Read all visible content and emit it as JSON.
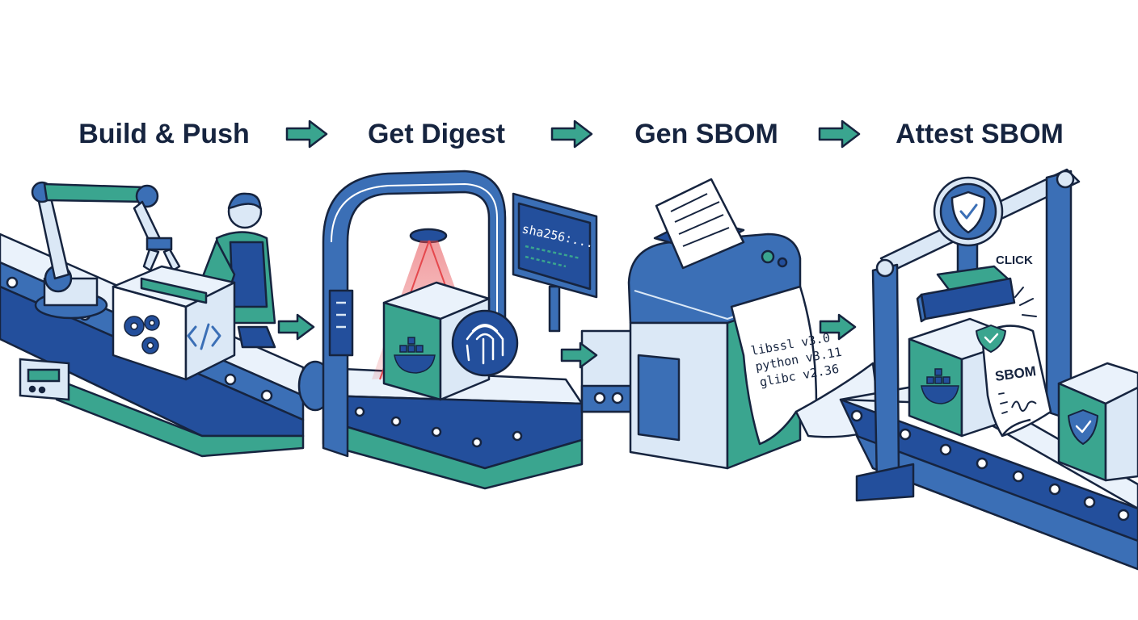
{
  "steps": [
    {
      "label": "Build & Push"
    },
    {
      "label": "Get Digest"
    },
    {
      "label": "Gen SBOM"
    },
    {
      "label": "Attest SBOM"
    }
  ],
  "monitor": {
    "text": "sha256:..."
  },
  "receipt": {
    "lines": [
      "libssl v3.0",
      "python v3.11",
      "glibc v2.36"
    ]
  },
  "stamp": {
    "sound": "CLICK"
  },
  "document": {
    "title": "SBOM"
  },
  "colors": {
    "navy": "#16243f",
    "blue": "#3b6fb6",
    "dark_blue": "#234f9c",
    "teal": "#3aa58f",
    "light_blue": "#dbe8f6",
    "laser": "#e5484d"
  },
  "icons": [
    "robot-arm-icon",
    "worker-icon",
    "gears-icon",
    "code-icon",
    "fingerprint-icon",
    "docker-whale-icon",
    "shield-check-icon",
    "printer-icon"
  ]
}
